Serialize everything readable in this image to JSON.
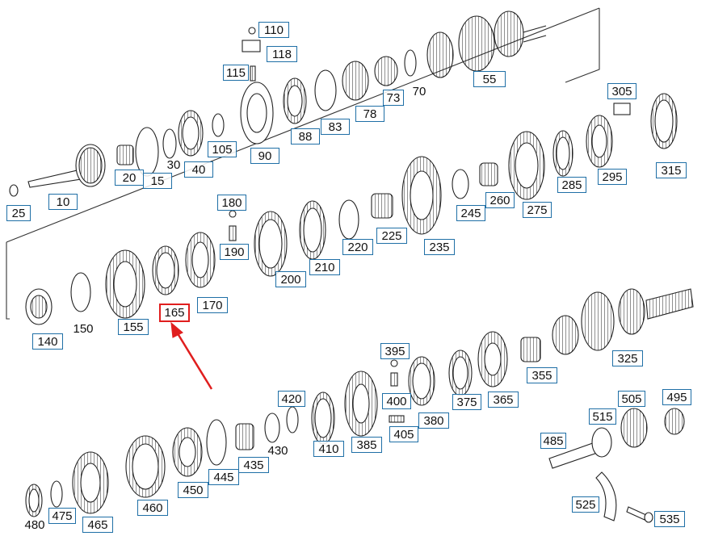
{
  "diagram": {
    "colors": {
      "box_border": "#1f6fa6",
      "highlight": "#e01e1e",
      "line": "#222222"
    },
    "highlighted_part": "165",
    "callouts": {
      "c25": "25",
      "c10": "10",
      "c20": "20",
      "c15": "15",
      "c30": "30",
      "c40": "40",
      "c105": "105",
      "c90": "90",
      "c110": "110",
      "c118": "118",
      "c115": "115",
      "c88": "88",
      "c83": "83",
      "c78": "78",
      "c73": "73",
      "c70": "70",
      "c55": "55",
      "c305": "305",
      "c315": "315",
      "c295": "295",
      "c285": "285",
      "c275": "275",
      "c260": "260",
      "c245": "245",
      "c235": "235",
      "c225": "225",
      "c220": "220",
      "c210": "210",
      "c200": "200",
      "c180": "180",
      "c190": "190",
      "c170": "170",
      "c165": "165",
      "c155": "155",
      "c150": "150",
      "c140": "140",
      "c395": "395",
      "c400": "400",
      "c405": "405",
      "c380": "380",
      "c375": "375",
      "c365": "365",
      "c355": "355",
      "c325": "325",
      "c420": "420",
      "c410": "410",
      "c385": "385",
      "c430": "430",
      "c435": "435",
      "c445": "445",
      "c450": "450",
      "c460": "460",
      "c465": "465",
      "c475": "475",
      "c480": "480",
      "c485": "485",
      "c515": "515",
      "c505": "505",
      "c495": "495",
      "c525": "525",
      "c535": "535"
    }
  }
}
